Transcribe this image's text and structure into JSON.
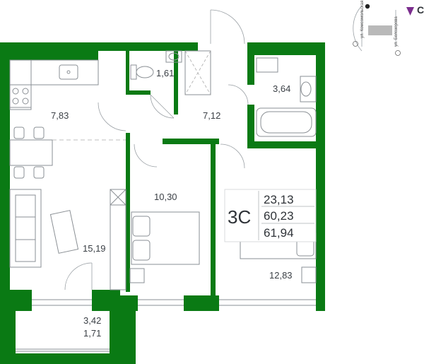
{
  "compass": {
    "north_letter": "С",
    "street_1": "ул. Комсомольская",
    "street_2": "ул. Белозерова",
    "accent_color": "#7b2d8e"
  },
  "rooms": {
    "kitchen": "7,83",
    "bathroom_small": "1,61",
    "hall": "7,12",
    "bathroom": "3,64",
    "living": "15,19",
    "bedroom_1": "10,30",
    "bedroom_2": "12,83",
    "balcony_full": "3,42",
    "balcony_reduced": "1,71"
  },
  "summary": {
    "type": "3С",
    "living_area": "23,13",
    "total_area": "60,23",
    "total_with_balcony": "61,94"
  },
  "colors": {
    "wall": "#0a7a14",
    "text": "#3a3f45"
  }
}
